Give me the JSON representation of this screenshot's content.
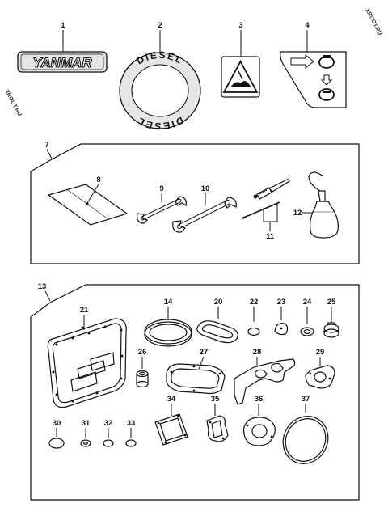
{
  "callouts": {
    "c1": "1",
    "c2": "2",
    "c3": "3",
    "c4": "4",
    "c7": "7",
    "c8": "8",
    "c9": "9",
    "c10": "10",
    "c11": "11",
    "c12": "12",
    "c13": "13",
    "c14": "14",
    "c20": "20",
    "c21": "21",
    "c22": "22",
    "c23": "23",
    "c24": "24",
    "c25": "25",
    "c26": "26",
    "c27": "27",
    "c28": "28",
    "c29": "29",
    "c30": "30",
    "c31": "31",
    "c32": "32",
    "c33": "33",
    "c34": "34",
    "c35": "35",
    "c36": "36",
    "c37": "37"
  },
  "decal_texts": {
    "brand": "YANMAR",
    "ring_top": "DIESEL",
    "ring_bottom": "DIESEL"
  },
  "watermark": "XROOT.RU",
  "colors": {
    "line": "#111111",
    "background": "#ffffff",
    "decal_fill": "#e6e6e6"
  }
}
